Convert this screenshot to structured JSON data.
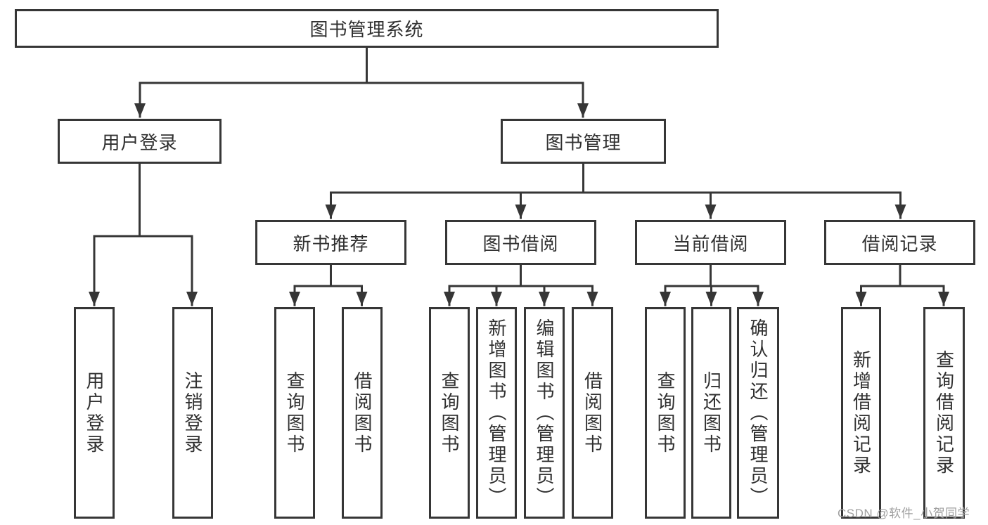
{
  "tree": {
    "root": {
      "label": "图书管理系统",
      "children": [
        {
          "label": "用户登录",
          "children": [
            {
              "label": "用户登录"
            },
            {
              "label": "注销登录"
            }
          ]
        },
        {
          "label": "图书管理",
          "children": [
            {
              "label": "新书推荐",
              "children": [
                {
                  "label": "查询图书"
                },
                {
                  "label": "借阅图书"
                }
              ]
            },
            {
              "label": "图书借阅",
              "children": [
                {
                  "label": "查询图书"
                },
                {
                  "label": "新增图书（管理员）"
                },
                {
                  "label": "编辑图书（管理员）"
                },
                {
                  "label": "借阅图书"
                }
              ]
            },
            {
              "label": "当前借阅",
              "children": [
                {
                  "label": "查询图书"
                },
                {
                  "label": "归还图书"
                },
                {
                  "label": "确认归还（管理员）"
                }
              ]
            },
            {
              "label": "借阅记录",
              "children": [
                {
                  "label": "新增借阅记录"
                },
                {
                  "label": "查询借阅记录"
                }
              ]
            }
          ]
        }
      ]
    }
  },
  "watermark": {
    "text": "CSDN @软件_小贺同学"
  },
  "colors": {
    "line": "#363636",
    "text": "#303030",
    "watermark": "#a0a0a0",
    "background": "#ffffff"
  }
}
